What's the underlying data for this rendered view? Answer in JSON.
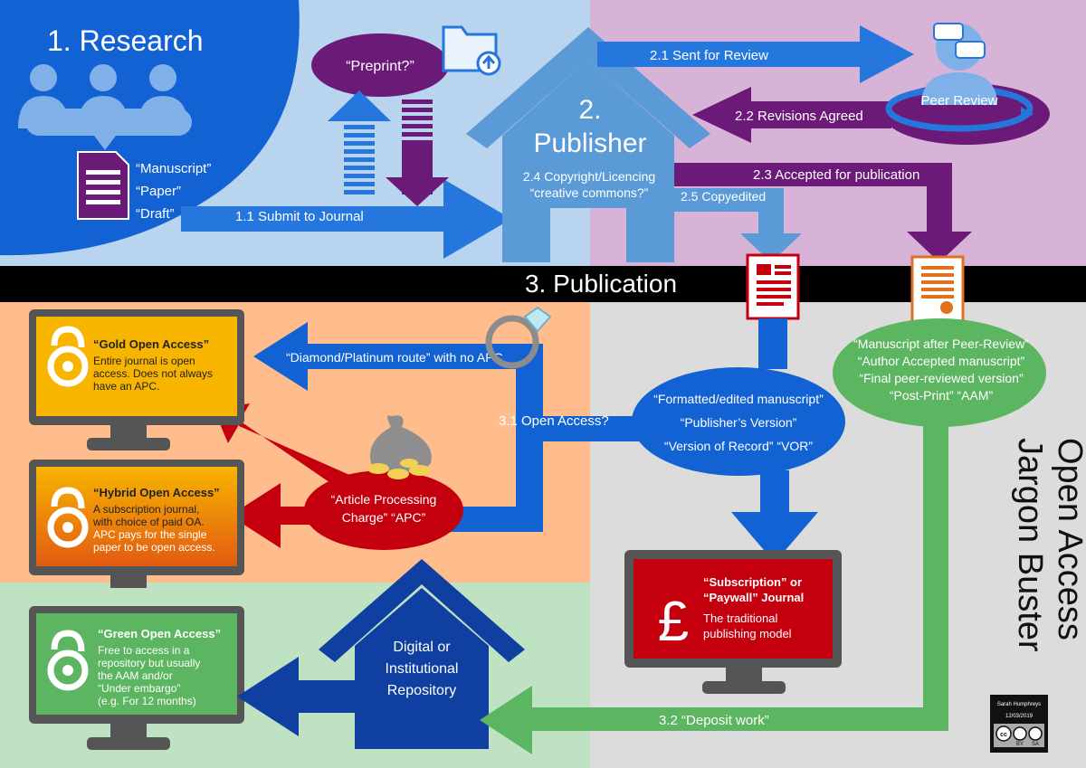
{
  "research": {
    "title": "1. Research",
    "doc_lines": [
      "“Manuscript”",
      "“Paper”",
      "“Draft”"
    ]
  },
  "preprint": {
    "label": "“Preprint?”"
  },
  "submit": {
    "label": "1.1 Submit to Journal"
  },
  "publisher": {
    "line1": "2.",
    "line2": "Publisher",
    "copyright": "2.4 Copyright/Licencing",
    "cc": "“creative commons?”"
  },
  "review": {
    "sent": "2.1 Sent for Review",
    "revisions": "2.2 Revisions Agreed",
    "accepted": "2.3 Accepted for publication",
    "copyedited": "2.5 Copyedited",
    "peer_review": "Peer Review"
  },
  "publication": {
    "title": "3. Publication"
  },
  "diamond": {
    "label": "“Diamond/Platinum route” with no APC"
  },
  "open_access_q": {
    "label": "3.1 Open Access?"
  },
  "apc": {
    "line1": "“Article Processing",
    "line2": "Charge” “APC”"
  },
  "gold": {
    "title": "“Gold Open Access”",
    "lines": [
      "Entire journal is open",
      "access. Does not always",
      "have an APC."
    ]
  },
  "hybrid": {
    "title": "“Hybrid Open Access”",
    "lines": [
      "A subscription journal,",
      "with choice of paid OA.",
      "APC pays for the single",
      "paper to be open access."
    ]
  },
  "green": {
    "title": "“Green Open Access”",
    "lines": [
      "Free to access in a",
      "repository but usually",
      "the AAM and/or",
      "“Under embargo”",
      "(e.g. For  12 months)"
    ]
  },
  "vor": {
    "lines": [
      "“Formatted/edited manuscript”",
      "“Publisher’s Version”",
      "“Version of Record” “VOR”"
    ]
  },
  "aam": {
    "lines": [
      "“Manuscript after Peer-Review”",
      "“Author Accepted manuscript”",
      "“Final peer-reviewed version”",
      "“Post-Print” “AAM”"
    ]
  },
  "subscription": {
    "title1": "“Subscription” or",
    "title2": "“Paywall” Journal",
    "sub1": "The traditional",
    "sub2": "publishing model",
    "symbol": "£"
  },
  "repository": {
    "lines": [
      "Digital or",
      "Institutional",
      "Repository"
    ]
  },
  "deposit": {
    "label": "3.2 “Deposit work”"
  },
  "jargon": {
    "line1": "Open Access",
    "line2": "Jargon Buster"
  },
  "credit": {
    "author": "Sarah Humphreys",
    "date": "12/03/2019",
    "by": "BY",
    "sa": "SA",
    "cc": "cc"
  },
  "colors": {
    "blue_dark": "#1262d4",
    "blue_mid": "#2677dd",
    "purple": "#6b1a78",
    "red": "#c4000f",
    "green": "#5cb560",
    "orange_bg": "#ffbd8d",
    "green_bg": "#bfe2c2",
    "lilac_bg": "#d7b3d7",
    "lightblue_bg": "#b9d4ee",
    "grey_bg": "#dcdcdc"
  }
}
